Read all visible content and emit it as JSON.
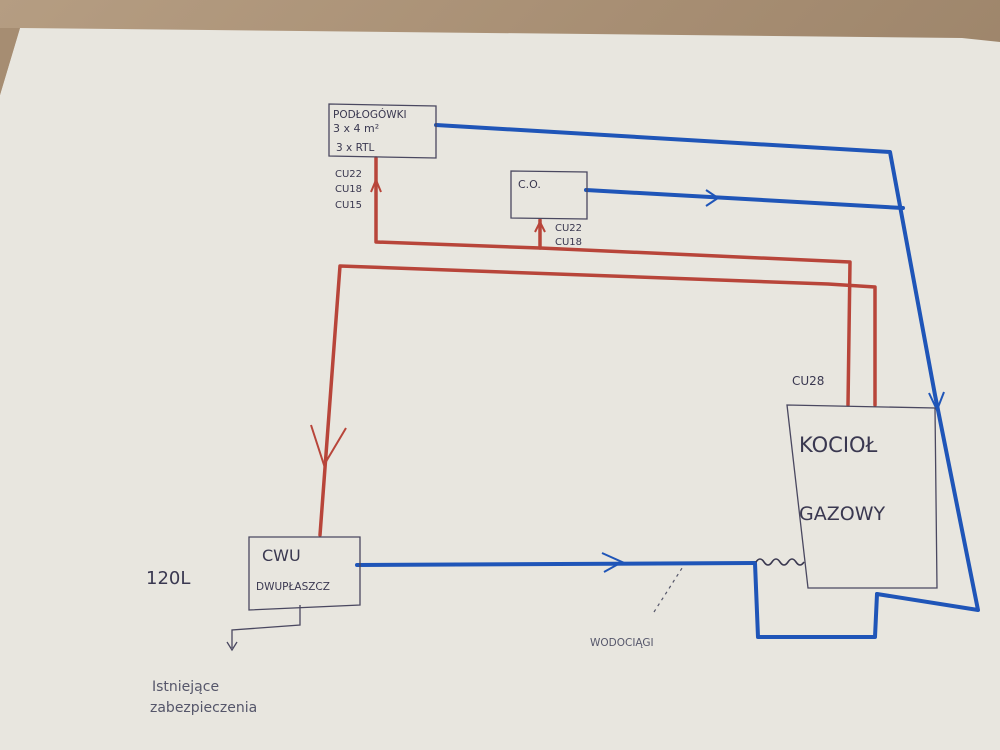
{
  "labels": {
    "podlogowki_l1": "PODŁOGÓWKI",
    "podlogowki_l2": "3 x 4 m²",
    "podlogowki_l3": "3 x RTL",
    "pipe_floor_l1": "CU22",
    "pipe_floor_l2": "CU18",
    "pipe_floor_l3": "CU15",
    "co": "C.O.",
    "pipe_co_l1": "CU22",
    "pipe_co_l2": "CU18",
    "pipe_boiler": "CU28",
    "kociol_l1": "KOCIOŁ",
    "kociol_l2": "GAZOWY",
    "cwu_l1": "CWU",
    "cwu_l2": "DWUPŁASZCZ",
    "tank_volume": "120L",
    "water_supply": "WODOCIĄGI",
    "safety_l1": "Istniejące",
    "safety_l2": "zabezpieczenia"
  },
  "colors": {
    "supply_pipe": "#b8453a",
    "return_pipe": "#1f55b8",
    "ink": "#3a3850",
    "paper": "#e9e7e1"
  }
}
